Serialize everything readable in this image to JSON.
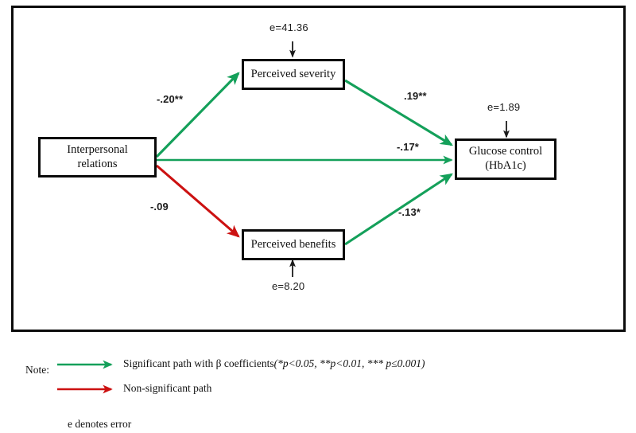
{
  "figure": {
    "type": "path-diagram",
    "nodes": [
      {
        "id": "interpersonal",
        "label": "Interpersonal\nrelations"
      },
      {
        "id": "severity",
        "label": "Perceived severity"
      },
      {
        "id": "benefits",
        "label": "Perceived benefits"
      },
      {
        "id": "glucose",
        "label": "Glucose control\n(HbA1c)"
      }
    ],
    "errors": [
      {
        "id": "err-severity",
        "label": "e=41.36",
        "attached_to": "severity",
        "arrow": "down"
      },
      {
        "id": "err-glucose",
        "label": "e=1.89",
        "attached_to": "glucose",
        "arrow": "down"
      },
      {
        "id": "err-benefits",
        "label": "e=8.20",
        "attached_to": "benefits",
        "arrow": "up"
      }
    ],
    "paths": [
      {
        "id": "p1",
        "from": "interpersonal",
        "to": "severity",
        "coefficient": "-.20**",
        "significant": true
      },
      {
        "id": "p2",
        "from": "severity",
        "to": "glucose",
        "coefficient": ".19**",
        "significant": true
      },
      {
        "id": "p3",
        "from": "interpersonal",
        "to": "glucose",
        "coefficient": "-.17*",
        "significant": true
      },
      {
        "id": "p4",
        "from": "interpersonal",
        "to": "benefits",
        "coefficient": "-.09",
        "significant": false
      },
      {
        "id": "p5",
        "from": "benefits",
        "to": "glucose",
        "coefficient": "-.13*",
        "significant": true
      }
    ],
    "colors": {
      "significant": "#14a05a",
      "non_significant": "#cc1111",
      "box_border": "#0a0a0a",
      "frame_border": "#0c0c0c",
      "text": "#111111"
    }
  },
  "legend": {
    "note_label": "Note:",
    "rows": [
      {
        "id": "significant",
        "text_plain": "Significant path with β coefficients ",
        "text_italic": "(*p<0.05, **p<0.01, *** p≤0.001)",
        "color": "#14a05a"
      },
      {
        "id": "non-significant",
        "text_plain": "Non-significant path",
        "text_italic": "",
        "color": "#cc1111"
      }
    ],
    "denotes_error": "e denotes error"
  }
}
